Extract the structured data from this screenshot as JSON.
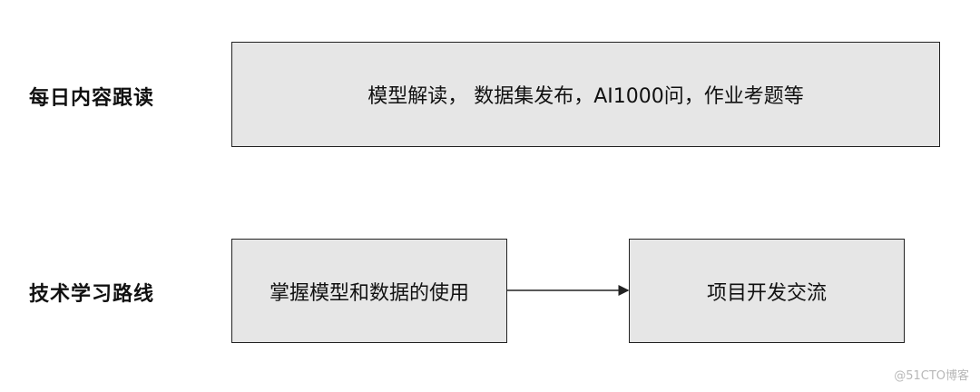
{
  "rows": [
    {
      "label": "每日内容跟读",
      "boxes": [
        "模型解读， 数据集发布，AI1000问，作业考题等"
      ]
    },
    {
      "label": "技术学习路线",
      "boxes": [
        "掌握模型和数据的使用",
        "项目开发交流"
      ]
    }
  ],
  "watermark": "@51CTO博客",
  "colors": {
    "box_fill": "#e6e6e6",
    "border": "#222222",
    "text": "#111111"
  }
}
